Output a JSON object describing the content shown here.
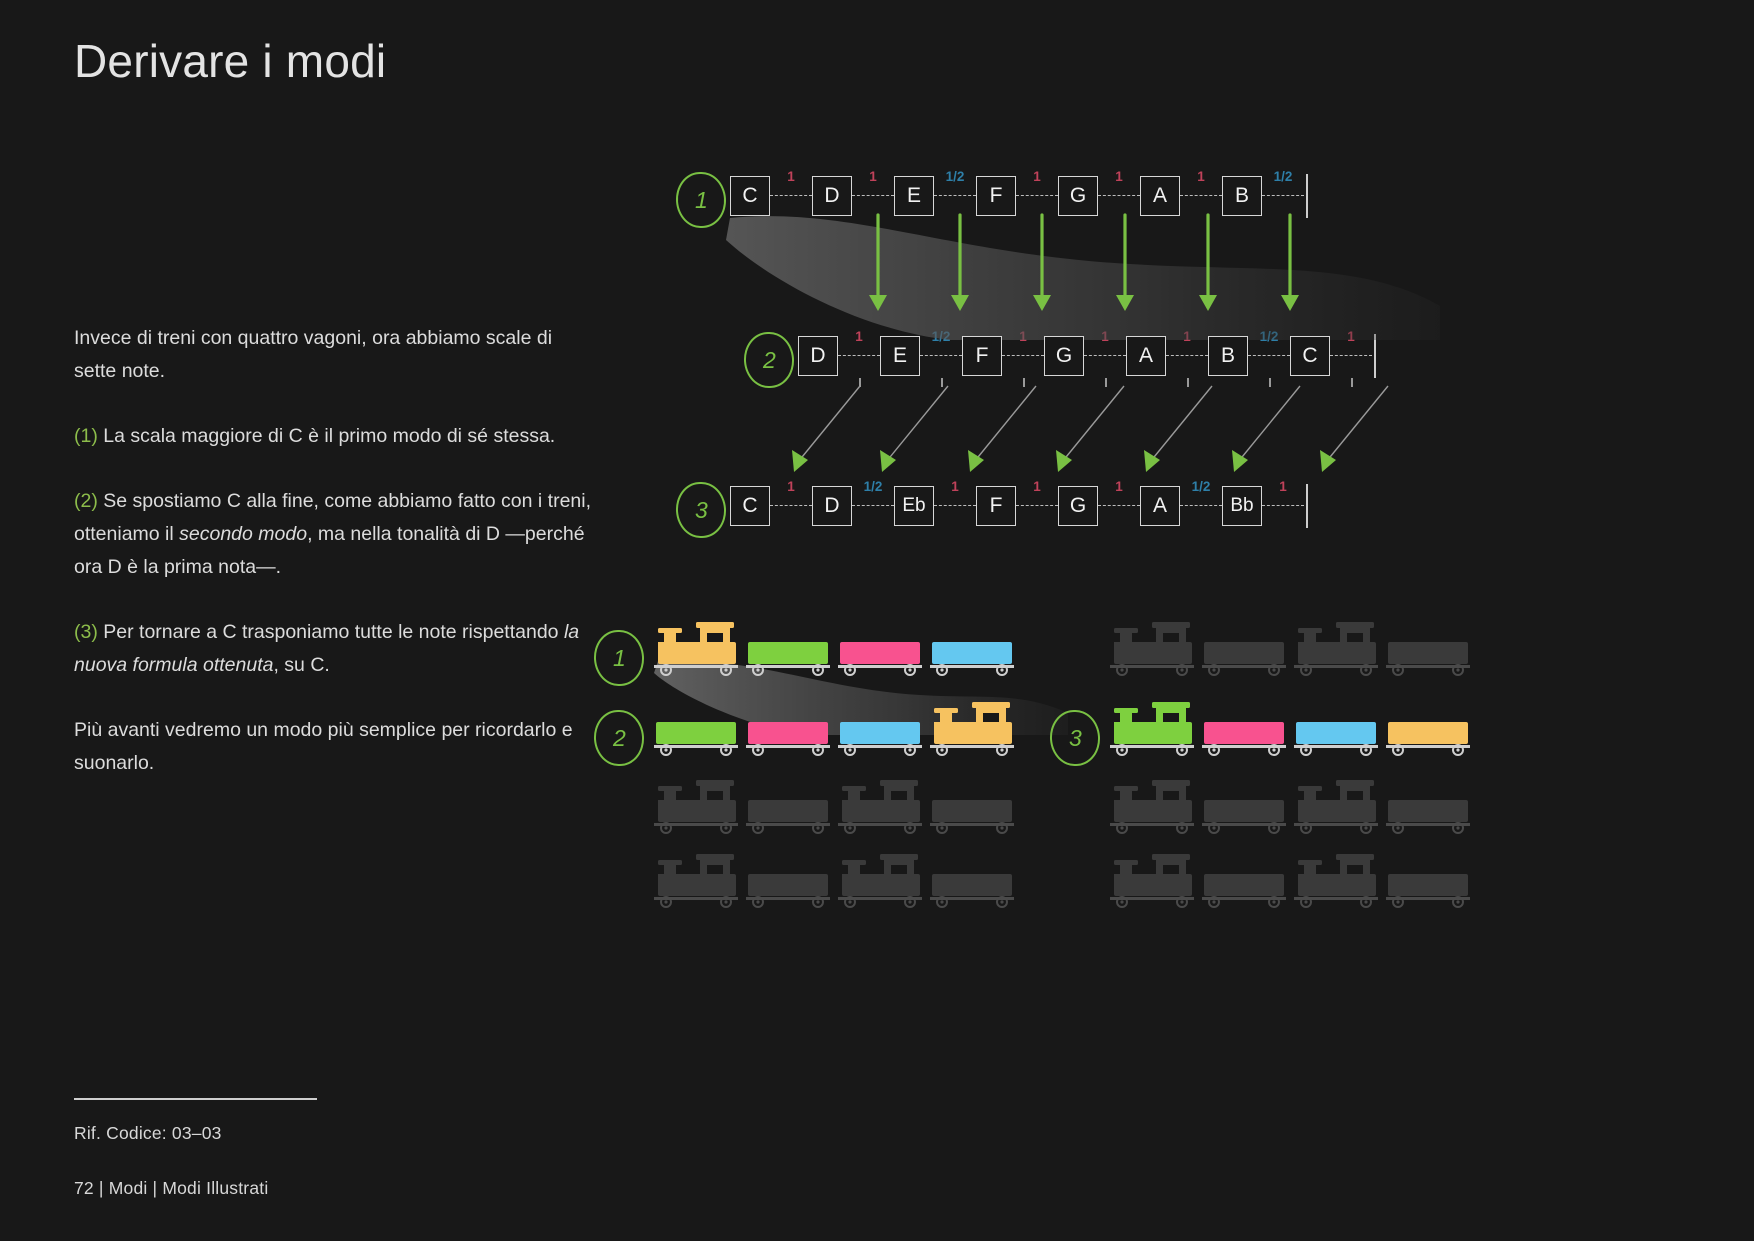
{
  "title": "Derivare i modi",
  "paragraphs": [
    {
      "id": "p-intro",
      "marker": "",
      "runs": [
        {
          "t": "Invece di treni con quattro vagoni, ora abbiamo scale di sette note.",
          "style": "normal"
        }
      ]
    },
    {
      "id": "p-1",
      "marker": "(1)",
      "runs": [
        {
          "t": " La scala maggiore di C è il primo modo di sé stessa.",
          "style": "normal"
        }
      ]
    },
    {
      "id": "p-2",
      "marker": "(2)",
      "runs": [
        {
          "t": " Se spostiamo C alla fine, come abbiamo fatto con i treni, otteniamo il ",
          "style": "normal"
        },
        {
          "t": "secondo modo",
          "style": "italic"
        },
        {
          "t": ", ma nella tonalità di D —perché ora D è la prima nota—.",
          "style": "normal"
        }
      ]
    },
    {
      "id": "p-3",
      "marker": "(3)",
      "runs": [
        {
          "t": " Per tornare a C trasponiamo tutte le note rispettando ",
          "style": "normal"
        },
        {
          "t": "la nuova formula ottenuta",
          "style": "italic"
        },
        {
          "t": ", su C.",
          "style": "normal"
        }
      ]
    },
    {
      "id": "p-outro",
      "marker": "",
      "runs": [
        {
          "t": "Più avanti vedremo un modo più semplice per ricordarlo e suonarlo.",
          "style": "normal"
        }
      ]
    }
  ],
  "footer": {
    "ref_label": "Rif. Codice: 03–03",
    "page_label": "72 | Modi | Modi Illustrati"
  },
  "colors": {
    "background": "#181818",
    "accent_green": "#79c043",
    "whole_step": "#c0425a",
    "half_step": "#2e7fa8",
    "note_border": "#d7d7d7",
    "wagon_orange": "#f6c260",
    "wagon_green": "#7ed03f",
    "wagon_pink": "#f8528f",
    "wagon_blue": "#64c8f0",
    "ghost_gray": "#3a3a3a"
  },
  "scales": [
    {
      "id": "scale-1",
      "number": "1",
      "notes": [
        "C",
        "D",
        "E",
        "F",
        "G",
        "A",
        "B"
      ],
      "intervals": [
        "1",
        "1",
        "1/2",
        "1",
        "1",
        "1",
        "1/2"
      ]
    },
    {
      "id": "scale-2",
      "number": "2",
      "notes": [
        "D",
        "E",
        "F",
        "G",
        "A",
        "B",
        "C"
      ],
      "intervals": [
        "1",
        "1/2",
        "1",
        "1",
        "1",
        "1/2",
        "1"
      ]
    },
    {
      "id": "scale-3",
      "number": "3",
      "notes": [
        "C",
        "D",
        "Eb",
        "F",
        "G",
        "A",
        "Bb"
      ],
      "intervals": [
        "1",
        "1/2",
        "1",
        "1",
        "1",
        "1/2",
        "1"
      ]
    }
  ],
  "trains": [
    {
      "id": "train-1",
      "number": "1",
      "ghost": false,
      "engine_pos": "front",
      "engine_color": "#f6c260",
      "wagons": [
        "#7ed03f",
        "#f8528f",
        "#64c8f0"
      ],
      "col": "left",
      "row": 1
    },
    {
      "id": "train-2",
      "number": "2",
      "ghost": false,
      "engine_pos": "back",
      "engine_color": "#f6c260",
      "wagons": [
        "#7ed03f",
        "#f8528f",
        "#64c8f0"
      ],
      "col": "left",
      "row": 2
    },
    {
      "id": "train-3",
      "number": "3",
      "ghost": false,
      "engine_pos": "front",
      "engine_color": "#7ed03f",
      "wagons": [
        "#f8528f",
        "#64c8f0",
        "#f6c260"
      ],
      "col": "right",
      "row": 2
    },
    {
      "id": "train-ghost-1",
      "number": "",
      "ghost": true,
      "col": "right",
      "row": 1
    },
    {
      "id": "train-ghost-2",
      "number": "",
      "ghost": true,
      "col": "left",
      "row": 3
    },
    {
      "id": "train-ghost-3",
      "number": "",
      "ghost": true,
      "col": "right",
      "row": 3
    },
    {
      "id": "train-ghost-4",
      "number": "",
      "ghost": true,
      "col": "left",
      "row": 4
    },
    {
      "id": "train-ghost-5",
      "number": "",
      "ghost": true,
      "col": "right",
      "row": 4
    }
  ]
}
